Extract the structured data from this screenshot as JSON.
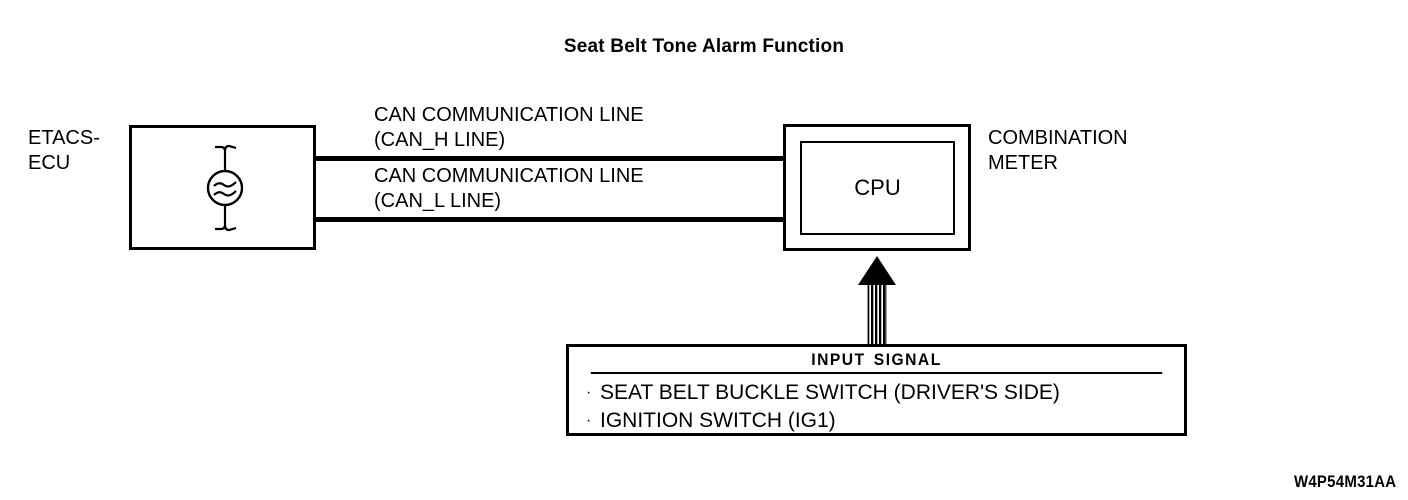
{
  "diagram": {
    "title": "Seat Belt Tone Alarm Function",
    "figure_code": "W4P54M31AA"
  },
  "etacs": {
    "label": "ETACS-\nECU",
    "symbol": "tone-alarm-buzzer"
  },
  "can_lines": [
    {
      "label": "CAN COMMUNICATION LINE\n(CAN_H LINE)",
      "name": "CAN_H LINE"
    },
    {
      "label": "CAN COMMUNICATION LINE\n(CAN_L LINE)",
      "name": "CAN_L LINE"
    }
  ],
  "meter": {
    "label": "COMBINATION\nMETER",
    "cpu_label": "CPU"
  },
  "input_signal": {
    "header_part1": "INPUT",
    "header_part2": "SIGNAL",
    "bullet": "·",
    "items": [
      "SEAT BELT BUCKLE SWITCH (DRIVER'S SIDE)",
      "IGNITION SWITCH (IG1)"
    ]
  },
  "colors": {
    "stroke": "#000000",
    "background": "#ffffff"
  }
}
